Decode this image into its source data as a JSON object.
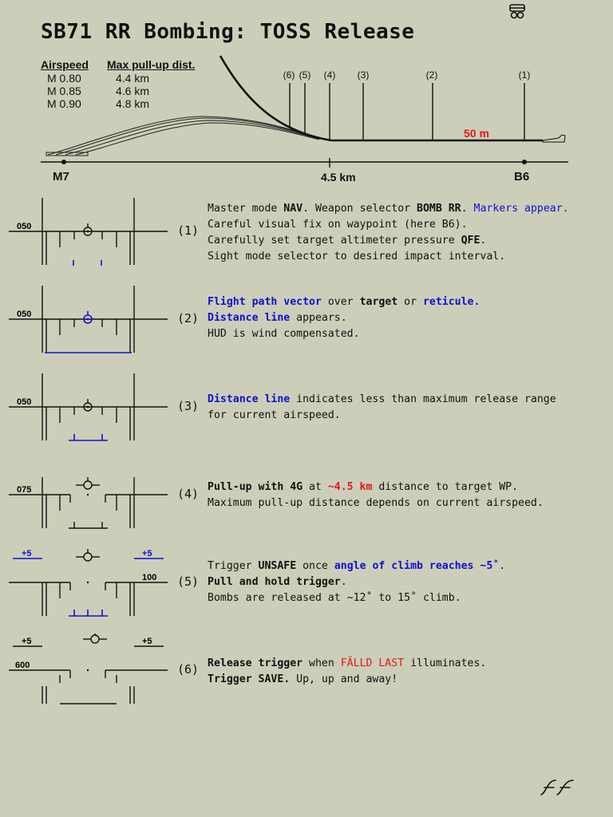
{
  "title": "SB71 RR Bombing: TOSS Release",
  "corner_icon": "aircraft-symbol-icon",
  "signature": "FF",
  "table": {
    "col1": "Airspeed",
    "col2": "Max pull-up dist.",
    "rows": [
      {
        "speed": "M 0.80",
        "dist": "4.4 km"
      },
      {
        "speed": "M 0.85",
        "dist": "4.6 km"
      },
      {
        "speed": "M 0.90",
        "dist": "4.8 km"
      }
    ]
  },
  "profile": {
    "markers": [
      "(6)",
      "(5)",
      "(4)",
      "(3)",
      "(2)",
      "(1)"
    ],
    "altitude": "50 m",
    "left_point": "M7",
    "mid_point": "4.5 km",
    "right_point": "B6"
  },
  "colors": {
    "blue": "#1010d0",
    "red": "#dd1a1a",
    "background": "#cdceb9"
  },
  "steps": [
    {
      "label": "(1)",
      "hud": {
        "left": "050"
      },
      "lines": [
        [
          {
            "t": "Master mode "
          },
          {
            "t": "NAV",
            "s": "b"
          },
          {
            "t": ". Weapon selector "
          },
          {
            "t": "BOMB RR",
            "s": "b"
          },
          {
            "t": ". "
          },
          {
            "t": "Markers appear.",
            "s": "blue"
          }
        ],
        [
          {
            "t": "Careful visual fix on waypoint (here B6)."
          }
        ],
        [
          {
            "t": "Carefully set target altimeter pressure "
          },
          {
            "t": "QFE",
            "s": "b"
          },
          {
            "t": "."
          }
        ],
        [
          {
            "t": "Sight mode selector to desired impact interval."
          }
        ]
      ]
    },
    {
      "label": "(2)",
      "hud": {
        "left": "050"
      },
      "lines": [
        [
          {
            "t": "Flight path vector",
            "s": "blue b"
          },
          {
            "t": " over "
          },
          {
            "t": "target",
            "s": "b"
          },
          {
            "t": " or "
          },
          {
            "t": "reticule.",
            "s": "blue b"
          }
        ],
        [
          {
            "t": "Distance line",
            "s": "blue b"
          },
          {
            "t": " appears."
          }
        ],
        [
          {
            "t": "HUD is wind compensated."
          }
        ]
      ]
    },
    {
      "label": "(3)",
      "hud": {
        "left": "050"
      },
      "lines": [
        [
          {
            "t": "Distance line",
            "s": "blue b"
          },
          {
            "t": " indicates less than maximum release range"
          }
        ],
        [
          {
            "t": "for current airspeed."
          }
        ]
      ]
    },
    {
      "label": "(4)",
      "hud": {
        "left": "075"
      },
      "lines": [
        [
          {
            "t": "Pull-up with 4G",
            "s": "b"
          },
          {
            "t": " at "
          },
          {
            "t": "~4.5 km",
            "s": "red b"
          },
          {
            "t": " distance to target WP."
          }
        ],
        [
          {
            "t": "Maximum pull-up distance depends on current airspeed."
          }
        ]
      ]
    },
    {
      "label": "(5)",
      "hud": {
        "left_top": "+5",
        "right_top": "+5",
        "right": "100"
      },
      "lines": [
        [
          {
            "t": "Trigger "
          },
          {
            "t": "UNSAFE",
            "s": "b"
          },
          {
            "t": " once "
          },
          {
            "t": "angle of climb reaches ~5˚",
            "s": "blue b"
          },
          {
            "t": "."
          }
        ],
        [
          {
            "t": "Pull and hold trigger",
            "s": "b"
          },
          {
            "t": "."
          }
        ],
        [
          {
            "t": "Bombs are released at ~12˚ to 15˚ climb."
          }
        ]
      ]
    },
    {
      "label": "(6)",
      "hud": {
        "left_top": "+5",
        "right_top": "+5",
        "left": "600"
      },
      "lines": [
        [
          {
            "t": "Release trigger",
            "s": "b"
          },
          {
            "t": " when "
          },
          {
            "t": "FÄLLD LAST",
            "s": "red"
          },
          {
            "t": " illuminates."
          }
        ],
        [
          {
            "t": "Trigger SAVE.",
            "s": "b"
          },
          {
            "t": " Up, up and away!"
          }
        ]
      ]
    }
  ]
}
